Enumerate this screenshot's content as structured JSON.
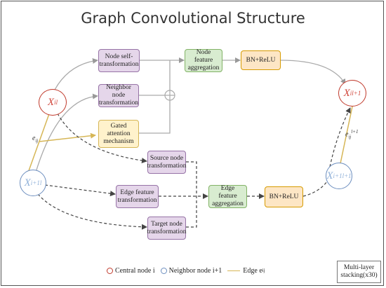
{
  "title": "Graph Convolutional Structure",
  "nodes": {
    "xi": {
      "base": "X",
      "sub": "i",
      "sup": "l"
    },
    "xj": {
      "base": "X",
      "sub": "i+1",
      "sup": "l"
    },
    "xi_out": {
      "base": "X",
      "sub": "i",
      "sup": "l+1"
    },
    "xj_out": {
      "base": "X",
      "sub": "i+1",
      "sup": "l+1"
    }
  },
  "boxes": {
    "node_self": "Node self-transformation",
    "neighbor": "Neighbor node transformation",
    "gated": "Gated attention mechanism",
    "node_agg": "Node feature aggregation",
    "bn_top": "BN+ReLU",
    "source": "Source node transformation",
    "edge_feat": "Edge feature transformation",
    "target": "Target node transformation",
    "edge_agg": "Edge feature aggregation",
    "bn_bottom": "BN+ReLU"
  },
  "edge_labels": {
    "eij": {
      "base": "e",
      "sub": "ij",
      "sup": ""
    },
    "eij_out": {
      "base": "e",
      "sub": "ij",
      "sup": "l+1"
    }
  },
  "legend": {
    "central": "Central node i",
    "neighbor": "Neighbor node i+1",
    "edge": {
      "base": "Edge e",
      "sub": "ij"
    }
  },
  "stacking": "Multi-layer stacking(x30)",
  "colors": {
    "purple_fill": "#e5d6ea",
    "green_fill": "#d8ecd0",
    "orange_fill": "#fde6c5",
    "yellow_fill": "#fff2cc",
    "central_node": "#c0392b",
    "neighbor_node": "#6c8ebf",
    "edge_line": "#d6b656",
    "arrow": "#555555"
  }
}
